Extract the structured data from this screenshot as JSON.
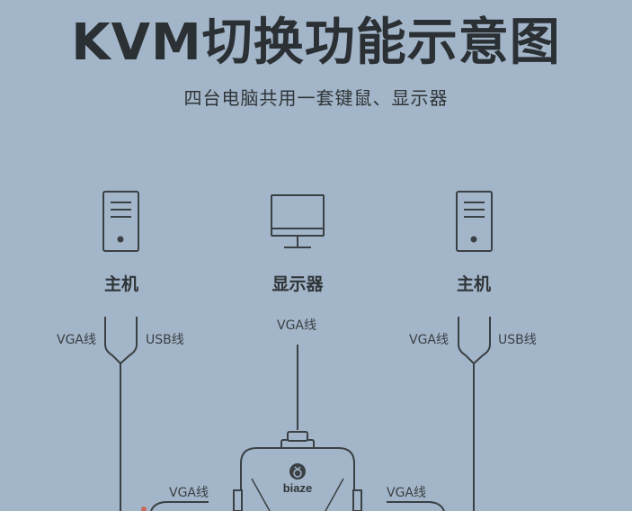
{
  "title": "KVM切换功能示意图",
  "subtitle": "四台电脑共用一套键鼠、显示器",
  "nodes": {
    "left_host": "主机",
    "monitor": "显示器",
    "right_host": "主机"
  },
  "cable_labels": {
    "left_vga": "VGA线",
    "left_usb": "USB线",
    "monitor_vga": "VGA线",
    "right_vga": "VGA线",
    "right_usb": "USB线",
    "switch_left_vga": "VGA线",
    "switch_right_vga": "VGA线"
  },
  "device": {
    "brand": "biaze",
    "icon": "biaze-logo-icon"
  },
  "icons": [
    "computer-tower-icon",
    "monitor-icon",
    "computer-tower-icon"
  ]
}
